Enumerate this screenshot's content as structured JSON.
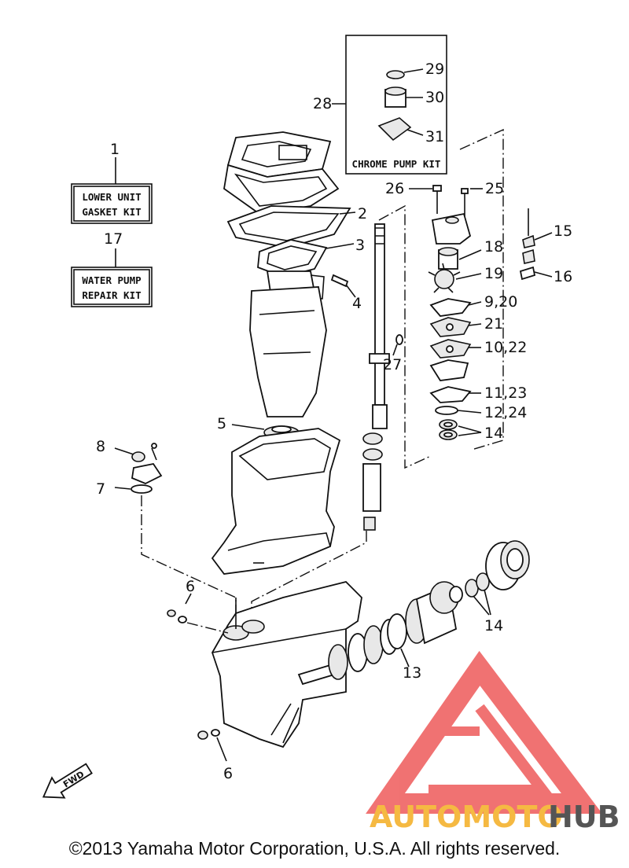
{
  "callouts": {
    "p1": "1",
    "p2": "2",
    "p3": "3",
    "p4": "4",
    "p5": "5",
    "p6a": "6",
    "p6b": "6",
    "p7": "7",
    "p8": "8",
    "p9_20": "9,20",
    "p10_22": "10,22",
    "p11_23": "11,23",
    "p12_24": "12,24",
    "p13": "13",
    "p14a": "14",
    "p14b": "14",
    "p15": "15",
    "p16": "16",
    "p17": "17",
    "p18": "18",
    "p19": "19",
    "p21": "21",
    "p25": "25",
    "p26": "26",
    "p27": "27",
    "p28": "28",
    "p29": "29",
    "p30": "30",
    "p31": "31"
  },
  "kits": {
    "lower_unit_line1": "LOWER UNIT",
    "lower_unit_line2": "GASKET KIT",
    "water_pump_line1": "WATER PUMP",
    "water_pump_line2": "REPAIR KIT",
    "chrome_pump": "CHROME PUMP KIT"
  },
  "fwd_label": "FWD",
  "watermark": {
    "part1": "AUTOMOTO",
    "part2": "HUB",
    "color1": "#f5b942",
    "color2": "#555555",
    "logo_color": "#ee5a5a"
  },
  "copyright": "©2013 Yamaha Motor Corporation, U.S.A. All rights reserved."
}
